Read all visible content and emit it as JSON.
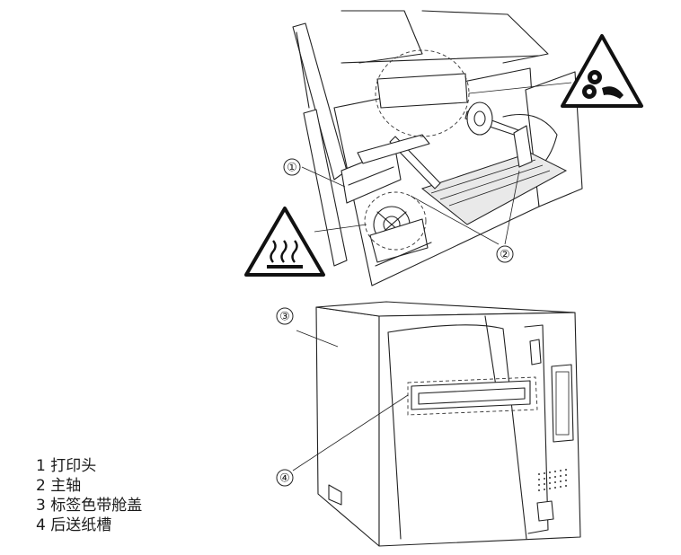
{
  "callouts": [
    {
      "num": "①"
    },
    {
      "num": "②"
    },
    {
      "num": "③"
    },
    {
      "num": "④"
    }
  ],
  "legend": [
    {
      "text": "1 打印头"
    },
    {
      "text": "2 主轴"
    },
    {
      "text": "3 标签色带舱盖"
    },
    {
      "text": "4 后送纸槽"
    }
  ],
  "warnings": [
    {
      "icon": "entanglement-warning-icon"
    },
    {
      "icon": "hot-surface-warning-icon"
    }
  ]
}
